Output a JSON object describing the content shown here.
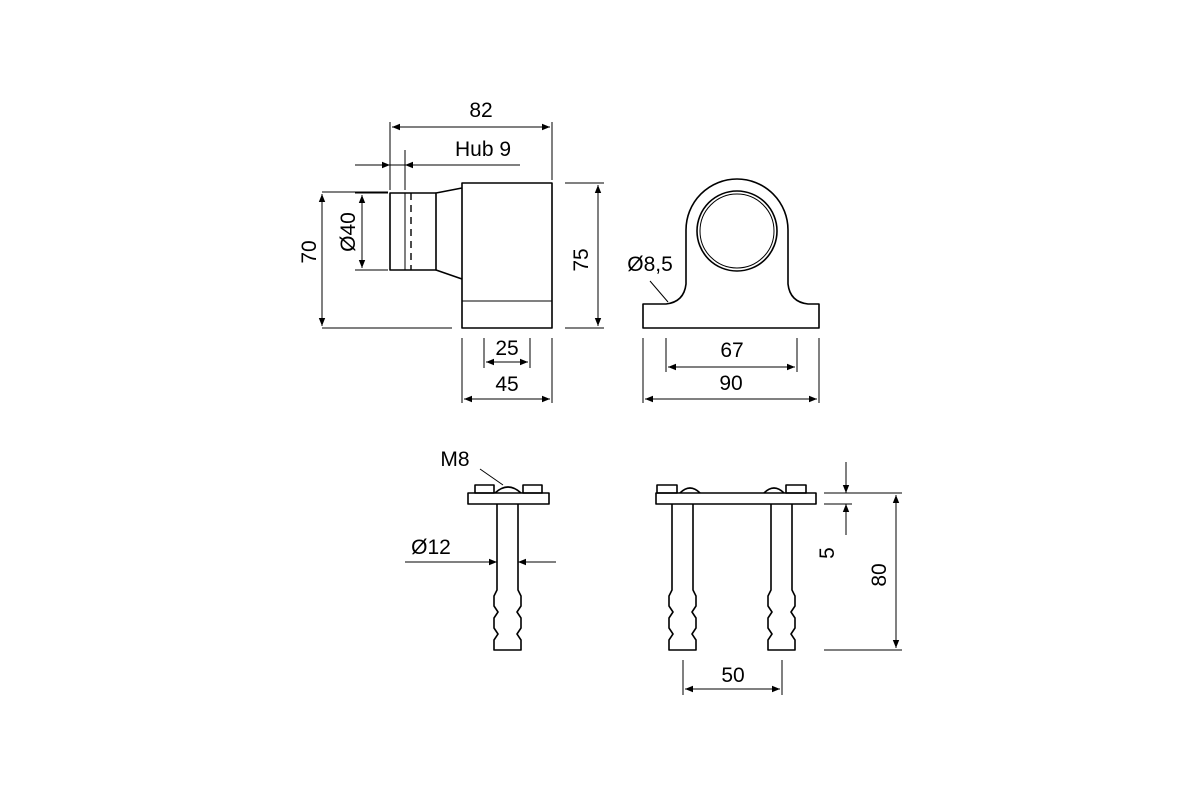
{
  "labels": {
    "d82": "82",
    "hub": "Hub 9",
    "d70": "70",
    "d40": "Ø40",
    "d75": "75",
    "d25": "25",
    "d45": "45",
    "d85": "Ø8,5",
    "d67": "67",
    "d90": "90",
    "m8": "M8",
    "d12": "Ø12",
    "d5": "5",
    "d80": "80",
    "d50": "50"
  }
}
